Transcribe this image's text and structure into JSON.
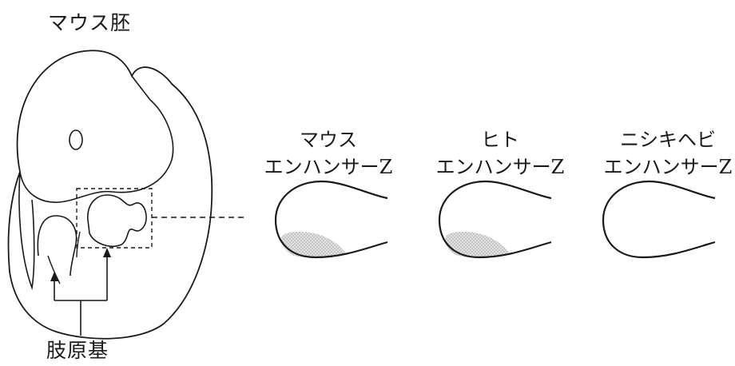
{
  "title": "マウス胚",
  "limb_bud_label": "肢原基",
  "columns": [
    {
      "species": "マウス",
      "enhancer": "エンハンサーZ",
      "expression_shaded": true
    },
    {
      "species": "ヒト",
      "enhancer": "エンハンサーZ",
      "expression_shaded": true
    },
    {
      "species": "ニシキヘビ",
      "enhancer": "エンハンサーZ",
      "expression_shaded": false
    }
  ]
}
